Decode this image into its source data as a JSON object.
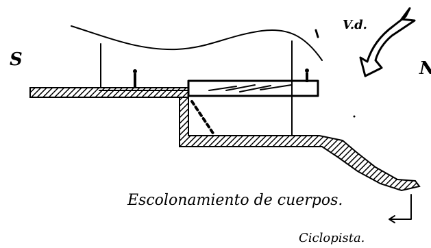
{
  "labels": {
    "south": "S",
    "north": "N",
    "wind": "V.d.",
    "caption": "Escolonamiento de cuerpos.",
    "cyclist": "Ciclopista."
  },
  "icons": {
    "wind_arrow": "wind-direction-arrow-icon",
    "leader_arrow": "leader-arrow-icon",
    "person": "person-figure-icon"
  },
  "colors": {
    "ink": "#000000",
    "paper": "#ffffff"
  }
}
